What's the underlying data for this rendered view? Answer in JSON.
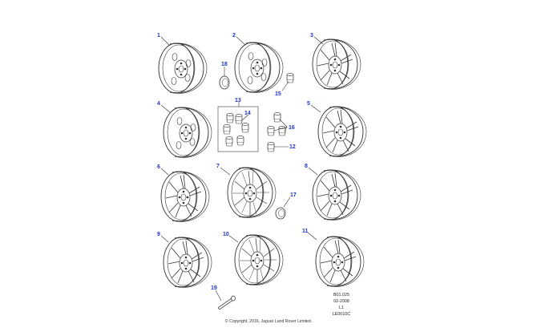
{
  "callouts": [
    "1",
    "2",
    "3",
    "4",
    "5",
    "6",
    "7",
    "8",
    "9",
    "10",
    "11",
    "12",
    "13",
    "14",
    "15",
    "16",
    "17",
    "18",
    "19"
  ],
  "info_block": [
    "B01.025",
    "02-2008",
    "L1",
    "LE0010C"
  ],
  "copyright": "© Copyright, 2016, Jaguar Land Rover Limited.",
  "colors": {
    "callout": "#1f34c8",
    "line": "#333333"
  }
}
